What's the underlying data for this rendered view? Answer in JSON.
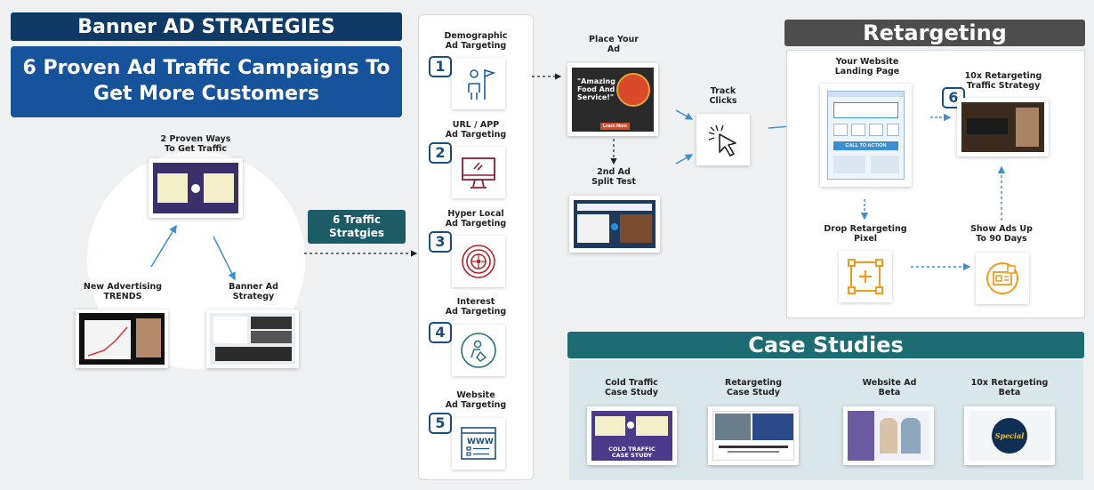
{
  "header": {
    "title": "Banner AD STRATEGIES",
    "subtitle": "6 Proven Ad Traffic Campaigns To Get More Customers"
  },
  "circle": {
    "top_label": "2 Proven Ways\nTo Get Traffic",
    "left_label": "New Advertising\nTRENDS",
    "right_label": "Banner Ad\nStrategy"
  },
  "traffic_box": {
    "label": "6 Traffic\nStratgies"
  },
  "strategies": [
    {
      "num": "1",
      "label": "Demographic\nAd Targeting",
      "icon": "person-flag-icon"
    },
    {
      "num": "2",
      "label": "URL / APP\nAd Targeting",
      "icon": "monitor-icon"
    },
    {
      "num": "3",
      "label": "Hyper Local\nAd Targeting",
      "icon": "target-icon"
    },
    {
      "num": "4",
      "label": "Interest\nAd Targeting",
      "icon": "interest-icon"
    },
    {
      "num": "5",
      "label": "Website\nAd Targeting",
      "icon": "www-browser-icon"
    }
  ],
  "flow": {
    "place_ad": "Place Your\nAd",
    "place_ad_banner_text": "\"Amazing\nFood And\nService!\"",
    "place_ad_button": "Learn More",
    "split_test": "2nd Ad\nSplit Test",
    "track_clicks": "Track\nClicks"
  },
  "retargeting": {
    "title": "Retargeting",
    "landing_page": "Your Website\nLanding Page",
    "landing_cta": "CALL TO ACTION",
    "strategy_num": "6",
    "strategy_label": "10x Retargeting\nTraffic Strategy",
    "pixel_label": "Drop Retargeting\nPixel",
    "show_ads_label": "Show Ads Up\nTo 90 Days"
  },
  "case_studies": {
    "title": "Case Studies",
    "items": [
      {
        "label": "Cold Traffic\nCase Study",
        "thumb_text": "COLD TRAFFIC\nCASE STUDY"
      },
      {
        "label": "Retargeting\nCase Study",
        "thumb_text": ""
      },
      {
        "label": "Website Ad\nBeta",
        "thumb_text": ""
      },
      {
        "label": "10x Retargeting\nBeta",
        "thumb_text": "Special"
      }
    ]
  },
  "colors": {
    "navy": "#0f3a66",
    "blue": "#1a5a9a",
    "teal": "#1d6b73",
    "dark_gray": "#4d4d4d",
    "accent_orange": "#f39a1e",
    "maroon": "#8a1f34",
    "arrow_blue": "#3d8fd1"
  }
}
